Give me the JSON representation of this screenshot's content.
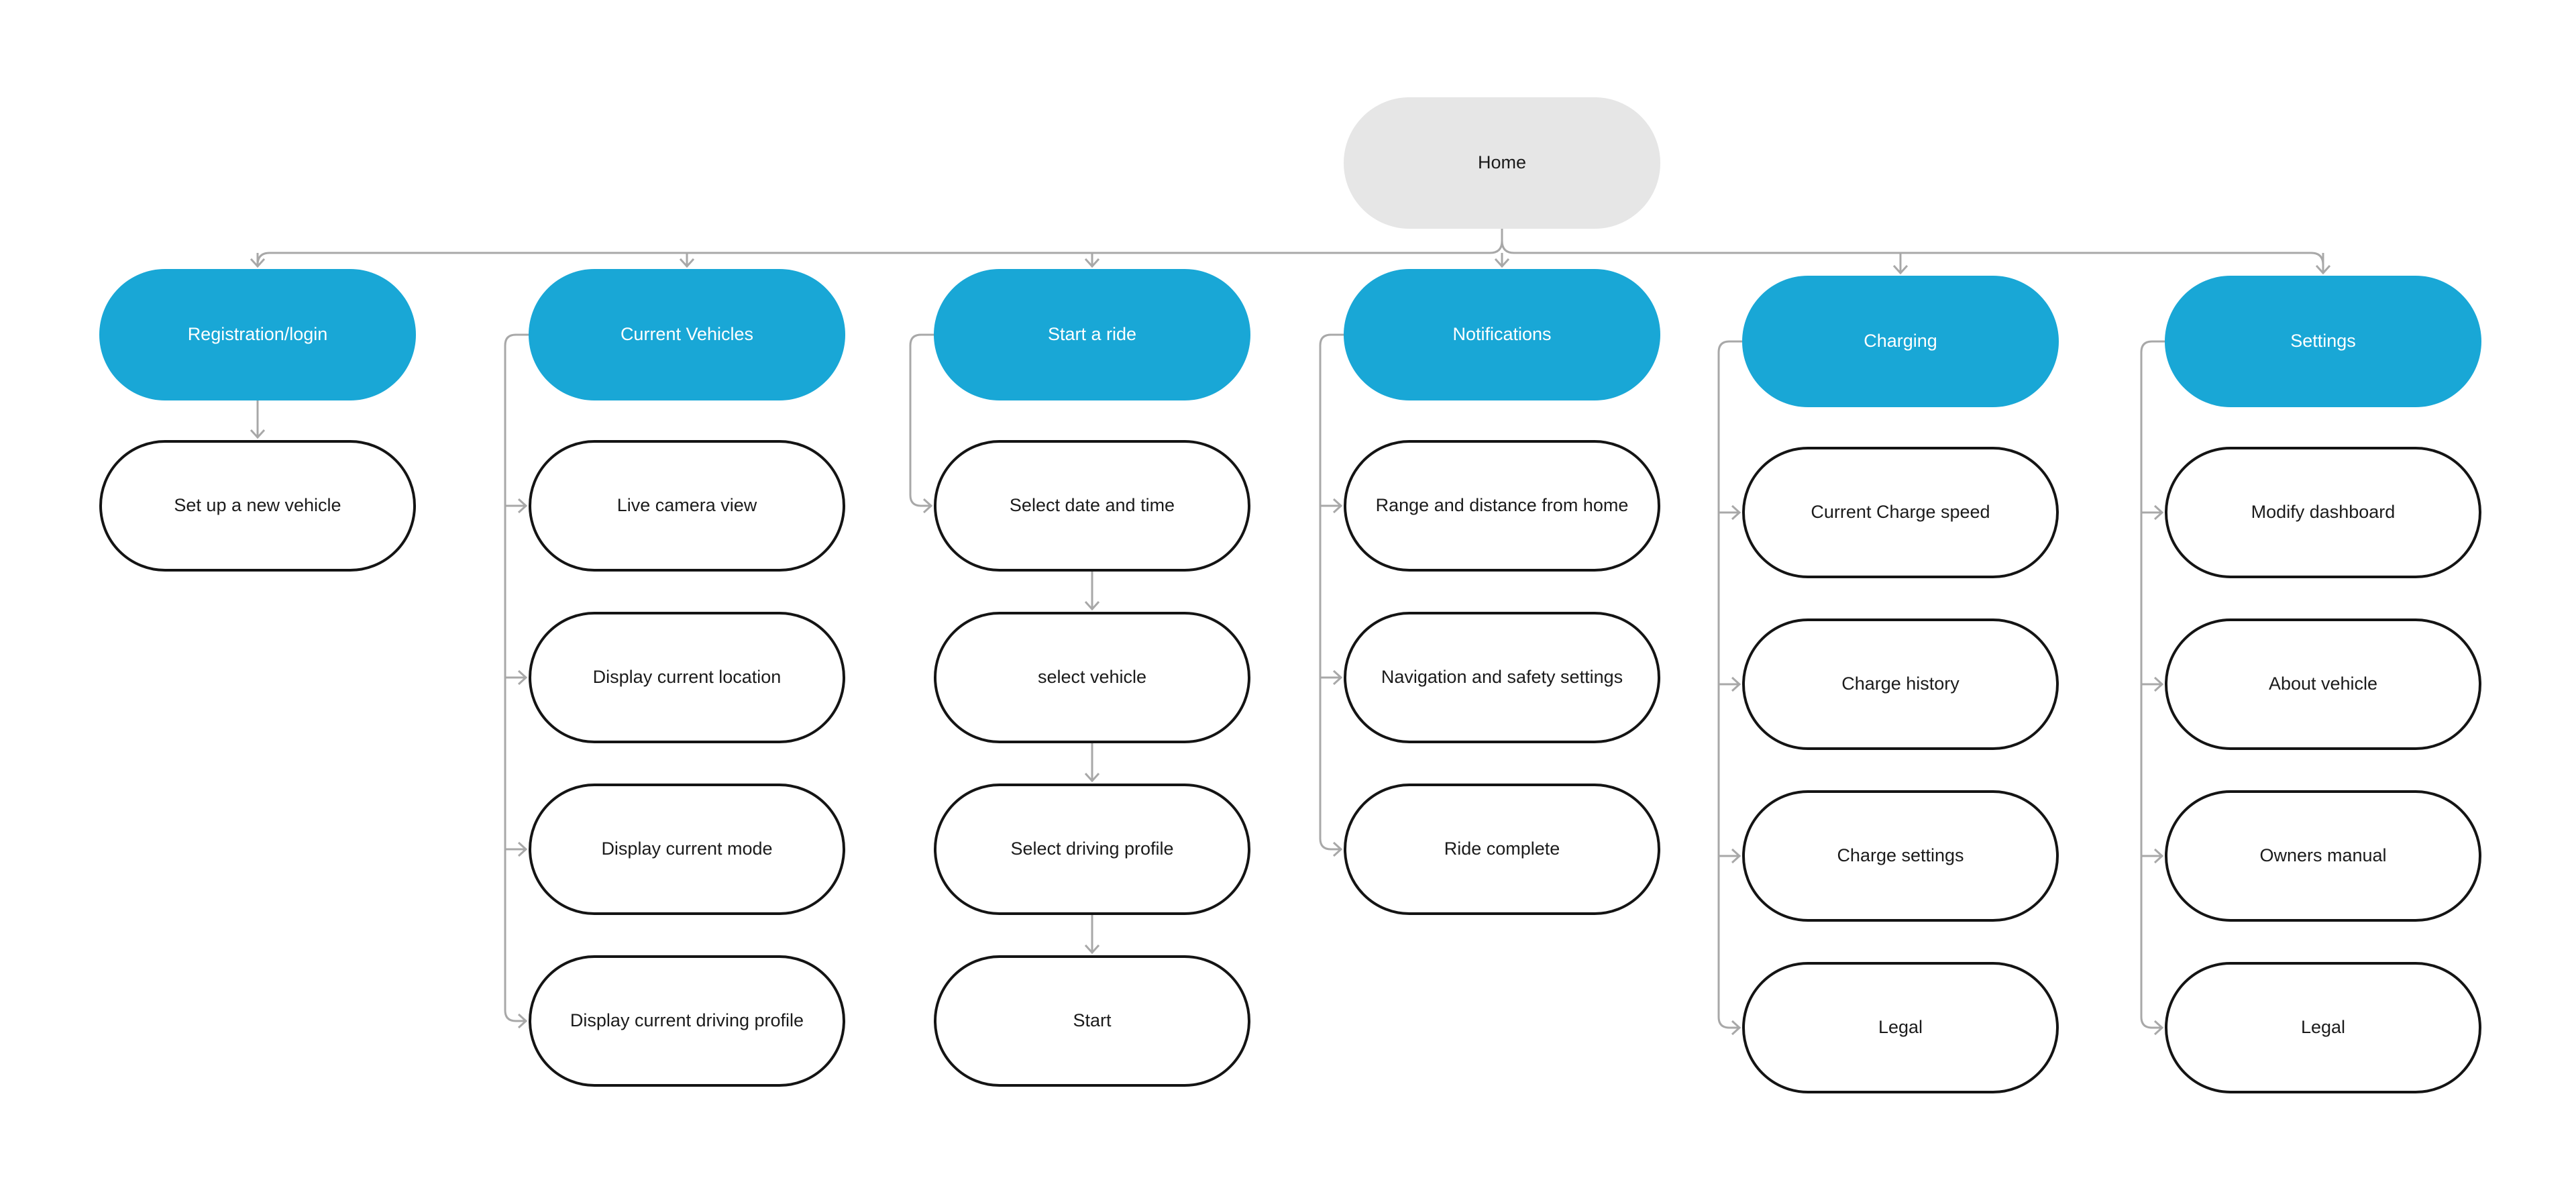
{
  "colors": {
    "root_fill": "#e6e6e6",
    "section_fill": "#19a7d6",
    "item_border": "#141414",
    "connector": "#a8a8a8"
  },
  "root": {
    "label": "Home"
  },
  "columns": [
    {
      "label": "Registration/login",
      "flow": "sequence",
      "items": [
        "Set up a new vehicle"
      ]
    },
    {
      "label": "Current Vehicles",
      "flow": "bracket",
      "items": [
        "Live camera view",
        "Display current location",
        "Display current mode",
        "Display current driving profile"
      ]
    },
    {
      "label": "Start a ride",
      "flow": "bracket-then-sequence",
      "items": [
        "Select date and time",
        "select vehicle",
        "Select driving profile",
        "Start"
      ]
    },
    {
      "label": "Notifications",
      "flow": "bracket",
      "items": [
        "Range and distance from home",
        "Navigation and safety settings",
        "Ride complete"
      ]
    },
    {
      "label": "Charging",
      "flow": "bracket",
      "items": [
        "Current Charge speed",
        "Charge history",
        "Charge settings",
        "Legal"
      ]
    },
    {
      "label": "Settings",
      "flow": "bracket",
      "items": [
        "Modify dashboard",
        "About vehicle",
        "Owners manual",
        "Legal"
      ]
    }
  ]
}
